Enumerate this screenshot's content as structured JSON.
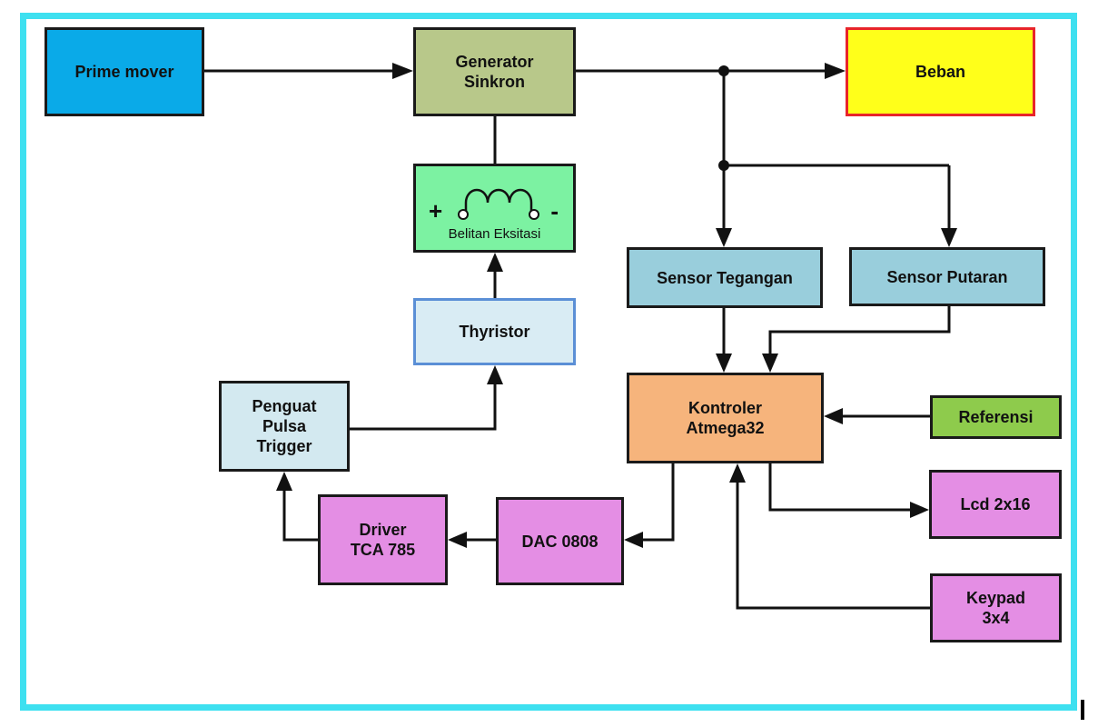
{
  "colors": {
    "frame": "#3ee0f0",
    "prime_mover": "#0aaae8",
    "generator": "#b8c88a",
    "beban": "#ffff1a",
    "beban_border": "#e8252a",
    "excitation": "#7cf2a2",
    "thyristor": "#d9ecf4",
    "thyristor_border": "#5b8fd6",
    "sensor": "#99cedc",
    "controller": "#f6b47c",
    "referensi": "#8ecb4c",
    "magenta": "#e48ee4",
    "trigger": "#d3e9f0"
  },
  "blocks": {
    "prime_mover": {
      "line1": "Prime mover"
    },
    "generator": {
      "line1": "Generator",
      "line2": "Sinkron"
    },
    "beban": {
      "line1": "Beban"
    },
    "excitation": {
      "label": "Belitan Eksitasi",
      "plus": "+",
      "minus": "-",
      "icon": "inductor-coil-icon"
    },
    "thyristor": {
      "line1": "Thyristor"
    },
    "sensor_voltage": {
      "line1": "Sensor Tegangan"
    },
    "sensor_speed": {
      "line1": "Sensor Putaran"
    },
    "controller": {
      "line1": "Kontroler",
      "line2": "Atmega32"
    },
    "referensi": {
      "line1": "Referensi"
    },
    "lcd": {
      "line1": "Lcd 2x16"
    },
    "keypad": {
      "line1": "Keypad",
      "line2": "3x4"
    },
    "dac": {
      "line1": "DAC 0808"
    },
    "driver": {
      "line1": "Driver",
      "line2": "TCA 785"
    },
    "trigger": {
      "line1": "Penguat",
      "line2": "Pulsa",
      "line3": "Trigger"
    }
  }
}
